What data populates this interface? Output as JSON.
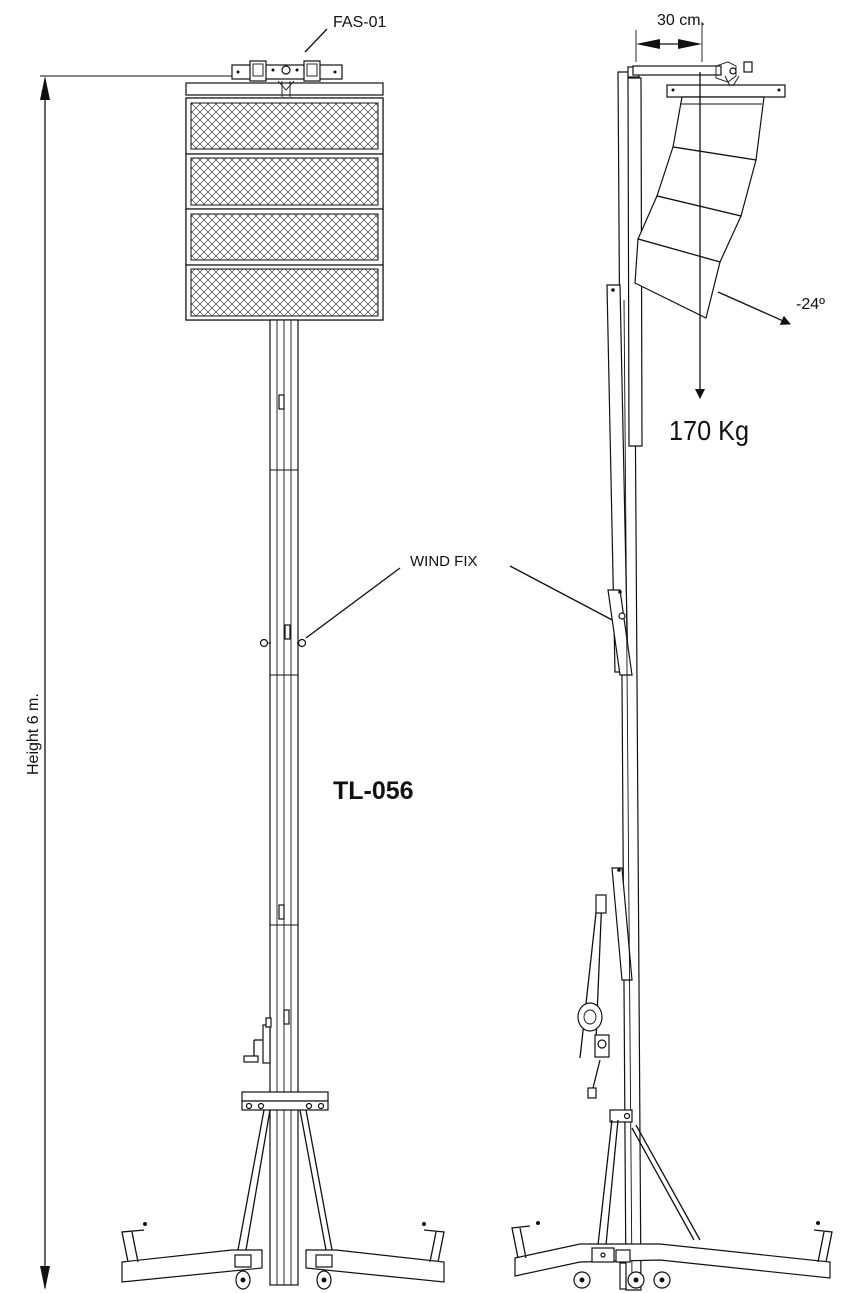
{
  "labels": {
    "fas": "FAS-01",
    "offset": "30 cm.",
    "angle": "-24º",
    "weight": "170 Kg",
    "wind_fix": "WIND FIX",
    "height": "Height 6 m.",
    "model": "TL-056"
  },
  "colors": {
    "line": "#111111",
    "background": "#ffffff"
  }
}
